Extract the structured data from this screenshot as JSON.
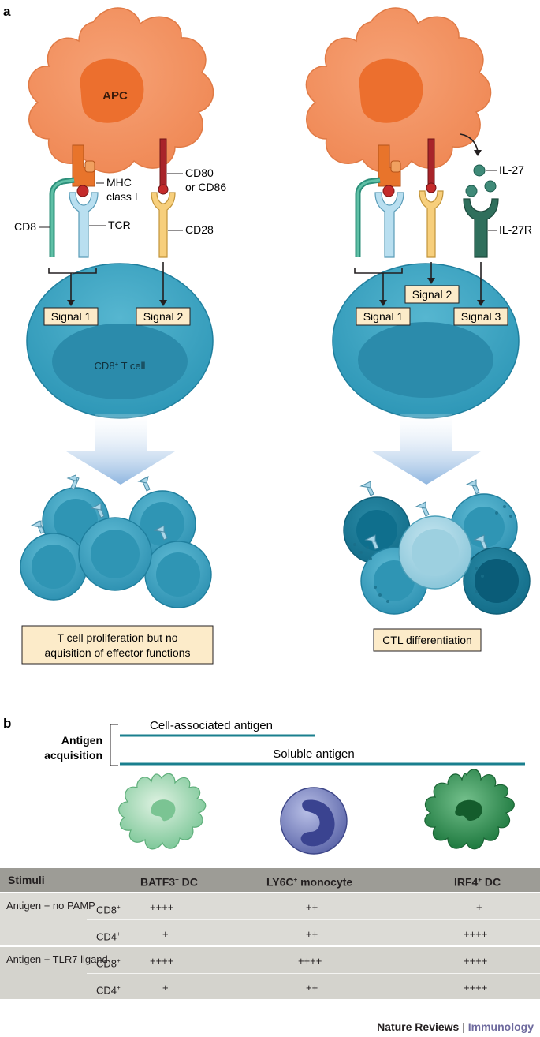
{
  "panel_a": {
    "letter": "a",
    "apc_label": "APC",
    "mhc_label_1": "MHC",
    "mhc_label_2": "class I",
    "cd80_label_1": "CD80",
    "cd80_label_2": "or CD86",
    "cd8_label": "CD8",
    "tcr_label": "TCR",
    "cd28_label": "CD28",
    "il27_label": "IL-27",
    "il27r_label": "IL-27R",
    "signal_1": "Signal 1",
    "signal_2": "Signal 2",
    "signal_3": "Signal 3",
    "tcell_label": "CD8",
    "tcell_sup": "+",
    "tcell_rest": " T cell",
    "outcome_left_1": "T cell proliferation but no",
    "outcome_left_2": "aquisition of effector functions",
    "outcome_right": "CTL differentiation"
  },
  "panel_b": {
    "letter": "b",
    "antigen_1": "Antigen",
    "antigen_2": "acquisition",
    "cell_associated": "Cell-associated antigen",
    "soluble": "Soluble antigen",
    "colors": {
      "line": "#1a7f8e",
      "batf3": "#8ccf9f",
      "monocyte": "#6f78b8",
      "irf4": "#3c9a5a"
    }
  },
  "table": {
    "header": {
      "stimuli": "Stimuli",
      "col1": "BATF3",
      "col1_sup": "+",
      "col1_rest": " DC",
      "col2": "LY6C",
      "col2_sup": "+",
      "col2_rest": " monocyte",
      "col3": "IRF4",
      "col3_sup": "+",
      "col3_rest": " DC"
    },
    "groups": [
      {
        "label": "Antigen + no PAMP",
        "rows": [
          {
            "cell": "CD8",
            "sup": "+",
            "v1": "++++",
            "v2": "++",
            "v3": "+"
          },
          {
            "cell": "CD4",
            "sup": "+",
            "v1": "+",
            "v2": "++",
            "v3": "++++"
          }
        ]
      },
      {
        "label": "Antigen + TLR7 ligand",
        "rows": [
          {
            "cell": "CD8",
            "sup": "+",
            "v1": "++++",
            "v2": "++++",
            "v3": "++++"
          },
          {
            "cell": "CD4",
            "sup": "+",
            "v1": "+",
            "v2": "++",
            "v3": "++++"
          }
        ]
      }
    ]
  },
  "footer": {
    "journal": "Nature Reviews",
    "divider": " | ",
    "section": "Immunology"
  }
}
